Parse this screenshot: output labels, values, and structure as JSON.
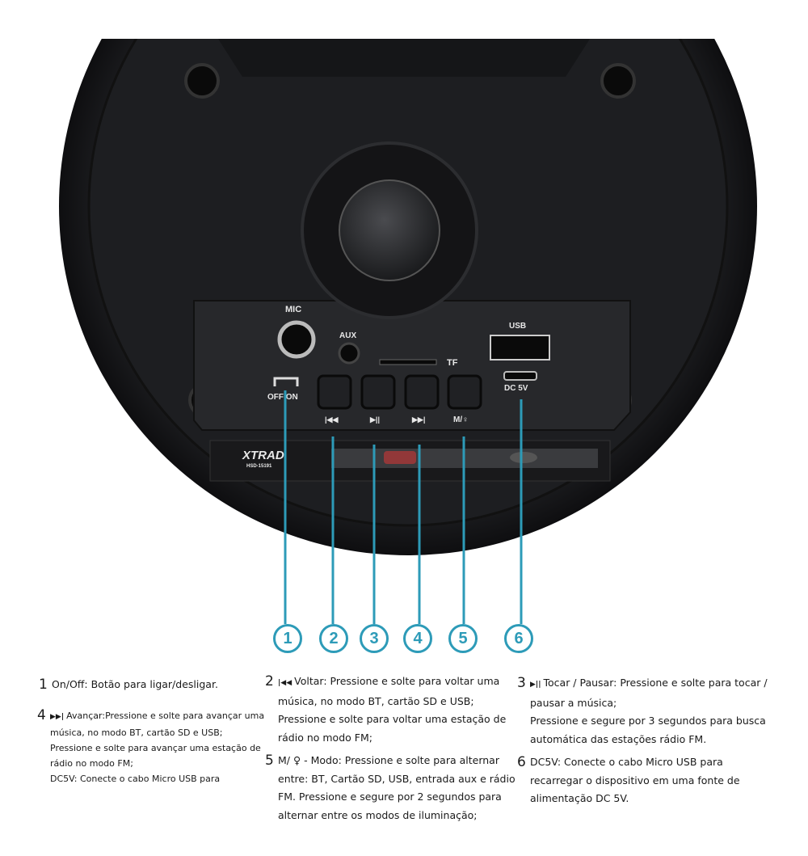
{
  "panel_labels": {
    "mic": "MIC",
    "aux": "AUX",
    "tf": "TF",
    "usb": "USB",
    "dc": "DC  5V",
    "off_on": "OFF  ON",
    "prev": "|◀◀",
    "play_pause": "▶||",
    "next": "▶▶|",
    "mode": "M/♀"
  },
  "brand_logo": "XTRAD",
  "brand_model": "HSD-15191",
  "callouts": [
    "1",
    "2",
    "3",
    "4",
    "5",
    "6"
  ],
  "colors": {
    "accent": "#2d9bb8",
    "body": "#1c1c1e",
    "panel": "#26272a"
  },
  "descriptions": [
    {
      "num": "1",
      "icon": "",
      "lines": [
        "On/Off: Botão para ligar/desligar."
      ]
    },
    {
      "num": "2",
      "icon": "|◀◀",
      "lines": [
        "Voltar: Pressione e solte para voltar uma",
        "música, no modo BT, cartão SD e USB;",
        "Pressione e solte para voltar uma estação de",
        "rádio no modo FM;"
      ]
    },
    {
      "num": "3",
      "icon": "▶||",
      "lines": [
        "Tocar / Pausar: Pressione e solte para tocar /",
        "pausar a música;",
        "Pressione e segure por 3 segundos para busca",
        "automática das estações rádio FM."
      ]
    },
    {
      "num": "4",
      "icon": "▶▶|",
      "lines": [
        "Avançar:Pressione e solte para avançar uma",
        "música, no modo BT, cartão SD e USB;",
        "Pressione e solte para avançar uma estação de",
        "rádio no modo FM;",
        "DC5V:  Conecte o cabo Micro USB para"
      ]
    },
    {
      "num": "5",
      "icon": "",
      "lines": [
        "M/ ♀ - Modo: Pressione e solte para alternar",
        "entre: BT, Cartão SD, USB, entrada aux e rádio",
        "FM. Pressione e segure por 2 segundos para",
        "alternar entre os modos de iluminação;"
      ]
    },
    {
      "num": "6",
      "icon": "",
      "lines": [
        "DC5V:  Conecte o cabo Micro USB para",
        "recarregar o dispositivo em uma fonte de",
        "alimentação DC 5V."
      ]
    }
  ]
}
